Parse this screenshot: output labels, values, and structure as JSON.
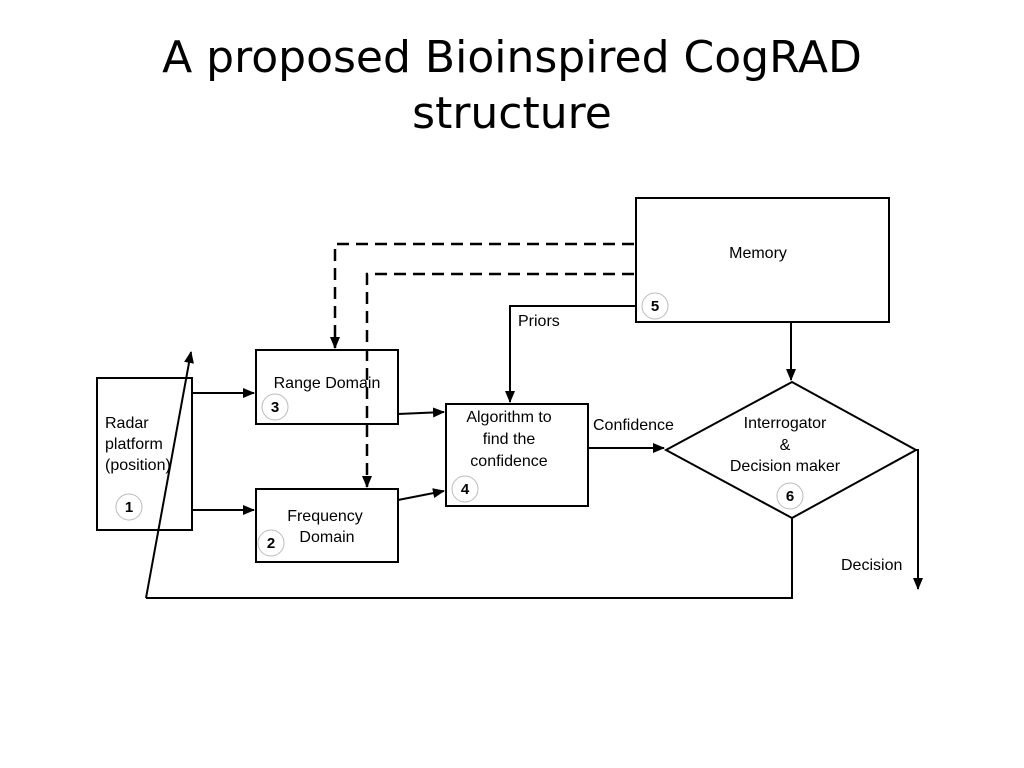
{
  "title": {
    "line1": "A proposed Bioinspired CogRAD",
    "line2": "structure"
  },
  "nodes": {
    "radar": {
      "line1": "Radar",
      "line2": "platform",
      "line3": "(position)",
      "number": "1"
    },
    "frequency": {
      "line1": "Frequency",
      "line2": "Domain",
      "number": "2"
    },
    "range": {
      "line1": "Range Domain",
      "number": "3"
    },
    "algorithm": {
      "line1": "Algorithm to",
      "line2": "find the",
      "line3": "confidence",
      "number": "4"
    },
    "memory": {
      "line1": "Memory",
      "number": "5"
    },
    "interrogator": {
      "line1": "Interrogator",
      "line2": "&",
      "line3": "Decision maker",
      "number": "6"
    }
  },
  "edges": {
    "priors": "Priors",
    "confidence": "Confidence",
    "decision": "Decision"
  }
}
